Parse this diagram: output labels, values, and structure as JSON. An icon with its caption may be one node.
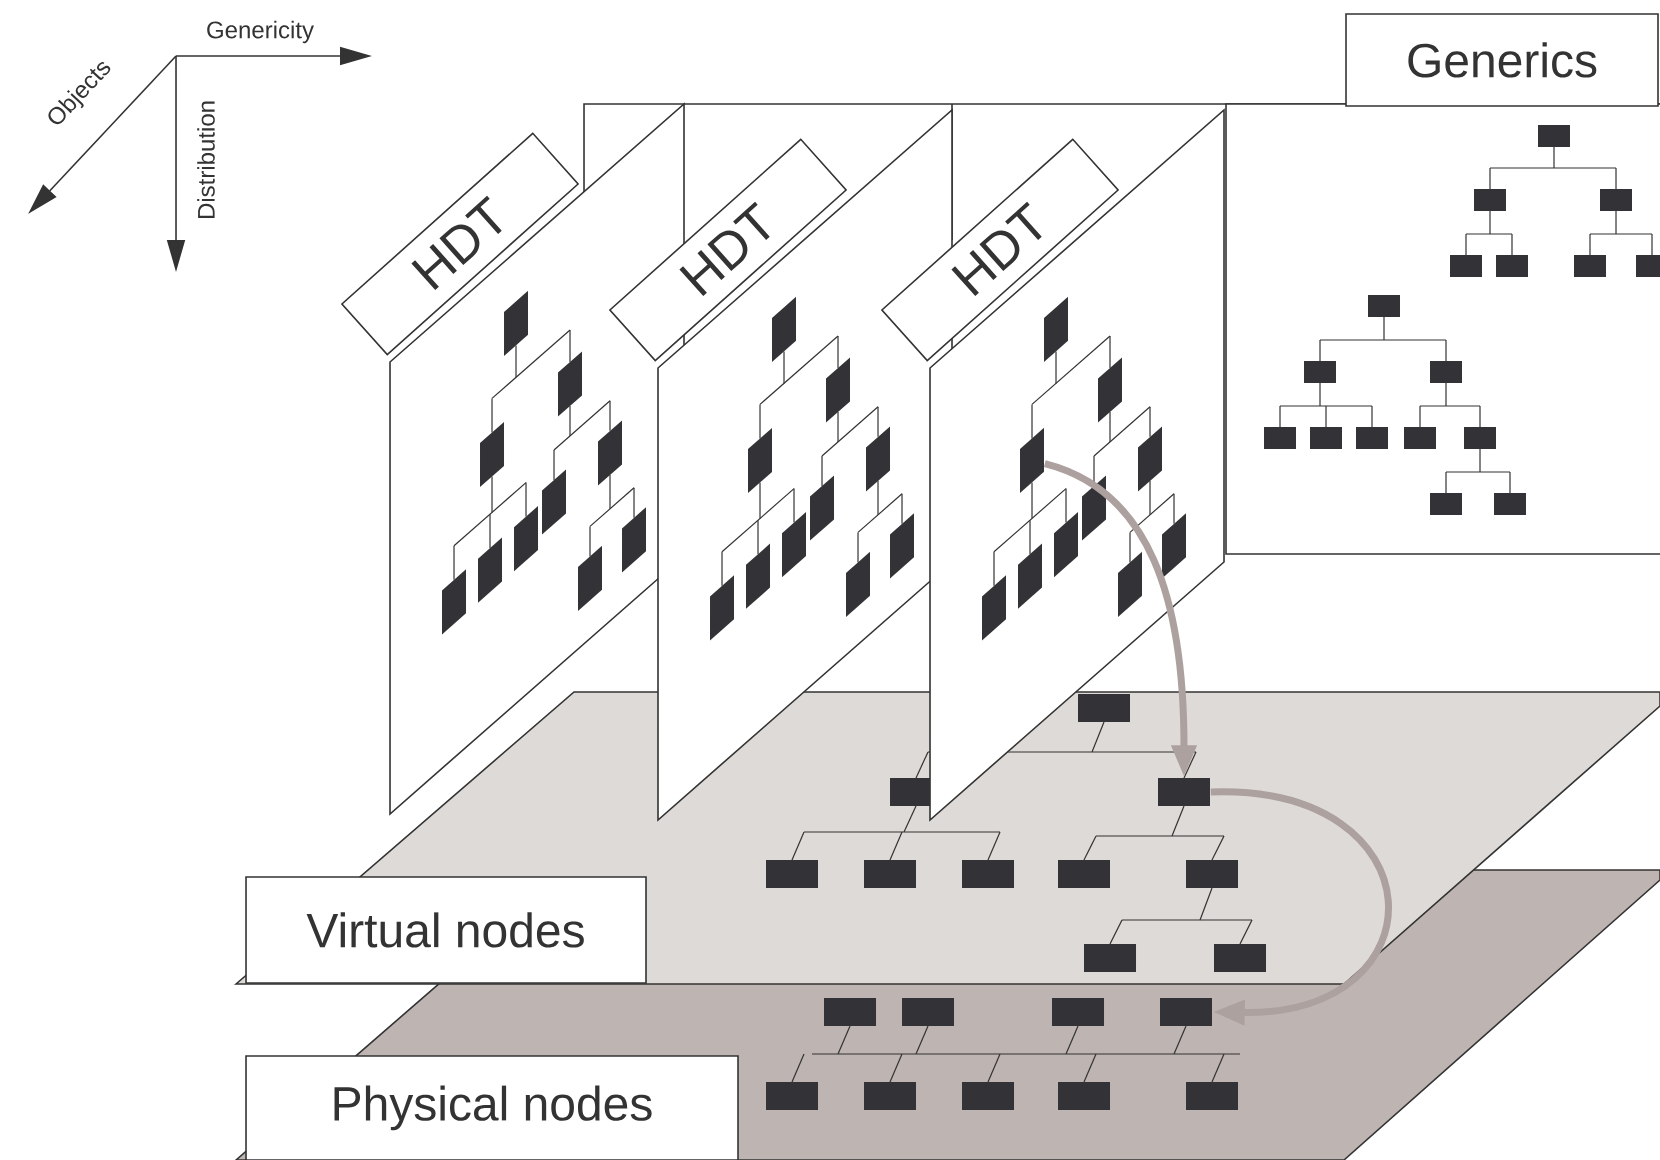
{
  "diagram": {
    "nodes": [
      {
        "text": [
          "Generics"
        ]
      },
      {
        "text": [
          "HDT"
        ]
      },
      {
        "text": [
          "HDT"
        ]
      },
      {
        "text": [
          "HDT"
        ]
      },
      {
        "text": [],
        "shape": "box"
      },
      {
        "text": [],
        "shape": "box"
      },
      {
        "text": [
          "Virtual nodes"
        ]
      },
      {
        "text": [],
        "shape": "box"
      },
      {
        "text": [
          "Physical nodes"
        ]
      }
    ],
    "edges": [
      {
        "from": 4,
        "to": 5,
        "arrow": "to"
      },
      {
        "from": 5,
        "to": 7,
        "arrow": "to"
      }
    ],
    "labels": [
      "Genericity",
      "Objects",
      "Distribution"
    ]
  }
}
